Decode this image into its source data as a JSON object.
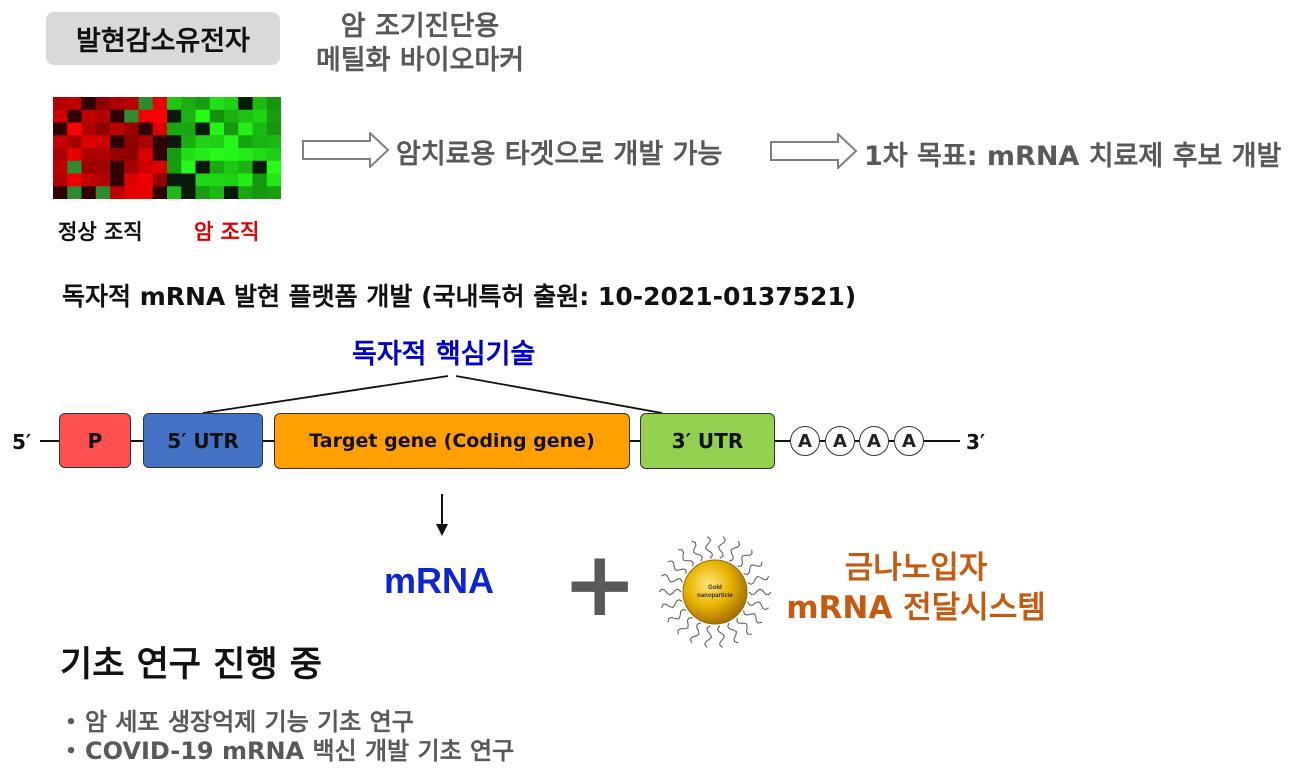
{
  "header": {
    "badge": "발현감소유전자",
    "subtitle_line1": "암 조기진단용",
    "subtitle_line2": "메틸화 바이오마커"
  },
  "heatmap": {
    "normal_label": "정상 조직",
    "cancer_label": "암 조직",
    "normal_color": "#c00000",
    "cancer_color": "#22cc22"
  },
  "flow": {
    "step1": "암치료용 타겟으로 개발 가능",
    "step2": "1차 목표: mRNA 치료제 후보 개발"
  },
  "platform": {
    "heading": "독자적 mRNA 발현 플랫폼 개발 (국내특허 출원: 10-2021-0137521)",
    "core_tech": "독자적 핵심기술"
  },
  "construct": {
    "five_prime": "5′",
    "three_prime": "3′",
    "promoter": "P",
    "utr5": "5′ UTR",
    "target": "Target gene (Coding gene)",
    "utr3": "3′ UTR",
    "polya": [
      "A",
      "A",
      "A",
      "A"
    ],
    "colors": {
      "promoter": "#ff5050",
      "utr5": "#4472c4",
      "target": "#ffa000",
      "utr3": "#92d050"
    }
  },
  "result": {
    "mrna": "mRNA",
    "plus": "+",
    "nanoparticle_line1": "Gold",
    "nanoparticle_line2": "nanoparticle",
    "delivery_line1": "금나노입자",
    "delivery_line2": "mRNA 전달시스템"
  },
  "basic_research": {
    "title": "기초 연구 진행 중",
    "items": [
      "암 세포 생장억제 기능 기초 연구",
      "COVID-19 mRNA 백신 개발 기초 연구"
    ]
  }
}
